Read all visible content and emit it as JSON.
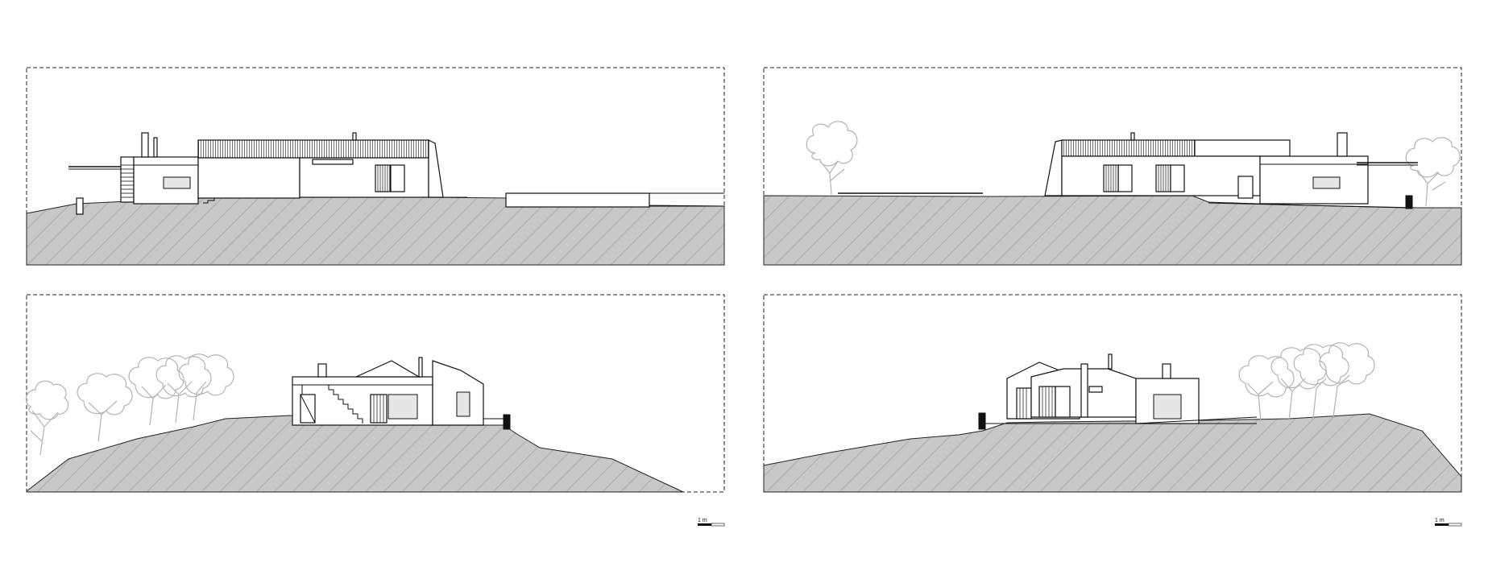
{
  "drawing": {
    "panels": [
      {
        "id": "elevation-top-left"
      },
      {
        "id": "elevation-top-right"
      },
      {
        "id": "elevation-bottom-left"
      },
      {
        "id": "elevation-bottom-right"
      }
    ],
    "scale_bar_left": {
      "label": "1 m"
    },
    "scale_bar_right": {
      "label": "1 m"
    },
    "colors": {
      "ground_fill": "#c8c8c8",
      "tree_stroke": "#b3b3b3",
      "line": "#111111"
    }
  }
}
